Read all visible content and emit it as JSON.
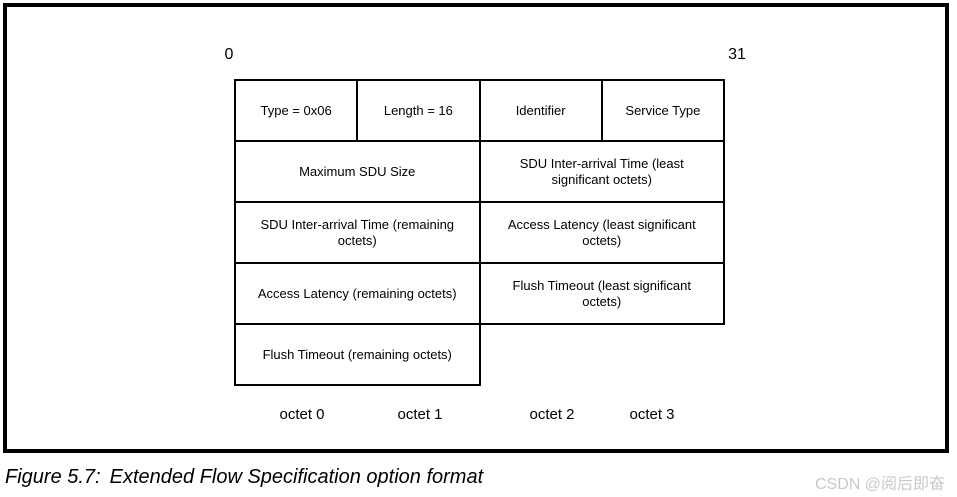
{
  "figure": {
    "bit_start_label": "0",
    "bit_end_label": "31",
    "rows": [
      {
        "cells": [
          {
            "label": "Type = 0x06",
            "span": 1
          },
          {
            "label": "Length = 16",
            "span": 1
          },
          {
            "label": "Identifier",
            "span": 1
          },
          {
            "label": "Service Type",
            "span": 1
          }
        ]
      },
      {
        "cells": [
          {
            "label": "Maximum SDU Size",
            "span": 2
          },
          {
            "label": "SDU Inter-arrival Time (least significant octets)",
            "span": 2
          }
        ]
      },
      {
        "cells": [
          {
            "label": "SDU Inter-arrival Time (remaining octets)",
            "span": 2
          },
          {
            "label": "Access Latency (least significant octets)",
            "span": 2
          }
        ]
      },
      {
        "cells": [
          {
            "label": "Access Latency (remaining octets)",
            "span": 2
          },
          {
            "label": "Flush Timeout (least significant octets)",
            "span": 2
          }
        ]
      },
      {
        "cells": [
          {
            "label": "Flush Timeout (remaining octets)",
            "span": 2
          }
        ]
      }
    ],
    "octet_labels": [
      "octet 0",
      "octet 1",
      "octet 2",
      "octet 3"
    ]
  },
  "caption": {
    "label": "Figure 5.7:",
    "title": "Extended Flow Specification option format"
  },
  "watermark": "CSDN @阅后即奋",
  "colors": {
    "line": "#000000",
    "text": "#000000",
    "watermark": "#c9c9c9",
    "background": "#ffffff"
  }
}
